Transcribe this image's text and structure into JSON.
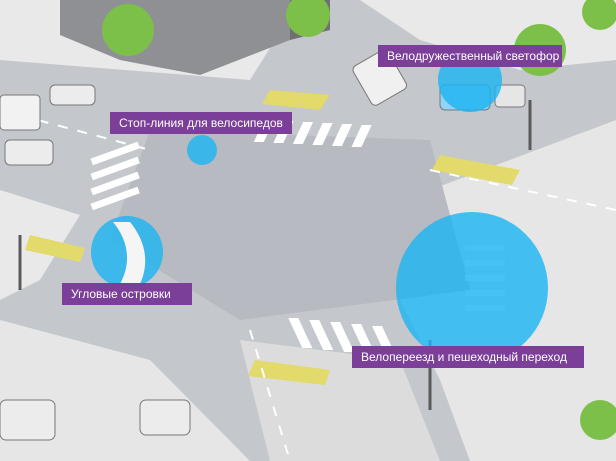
{
  "colors": {
    "label_bg": "#7b3f99",
    "highlight": "#1fb4f2",
    "road": "#bfc2c7",
    "sidewalk": "#ececec",
    "bike_lane": "#e6e07a",
    "tree": "#7cc04a"
  },
  "callouts": {
    "bike_stop_line": "Стоп-линия для велосипедов",
    "bike_signal": "Велодружественный светофор",
    "corner_islands": "Угловые островки",
    "bike_ped_crossing": "Велопереезд и пешеходный переход"
  }
}
